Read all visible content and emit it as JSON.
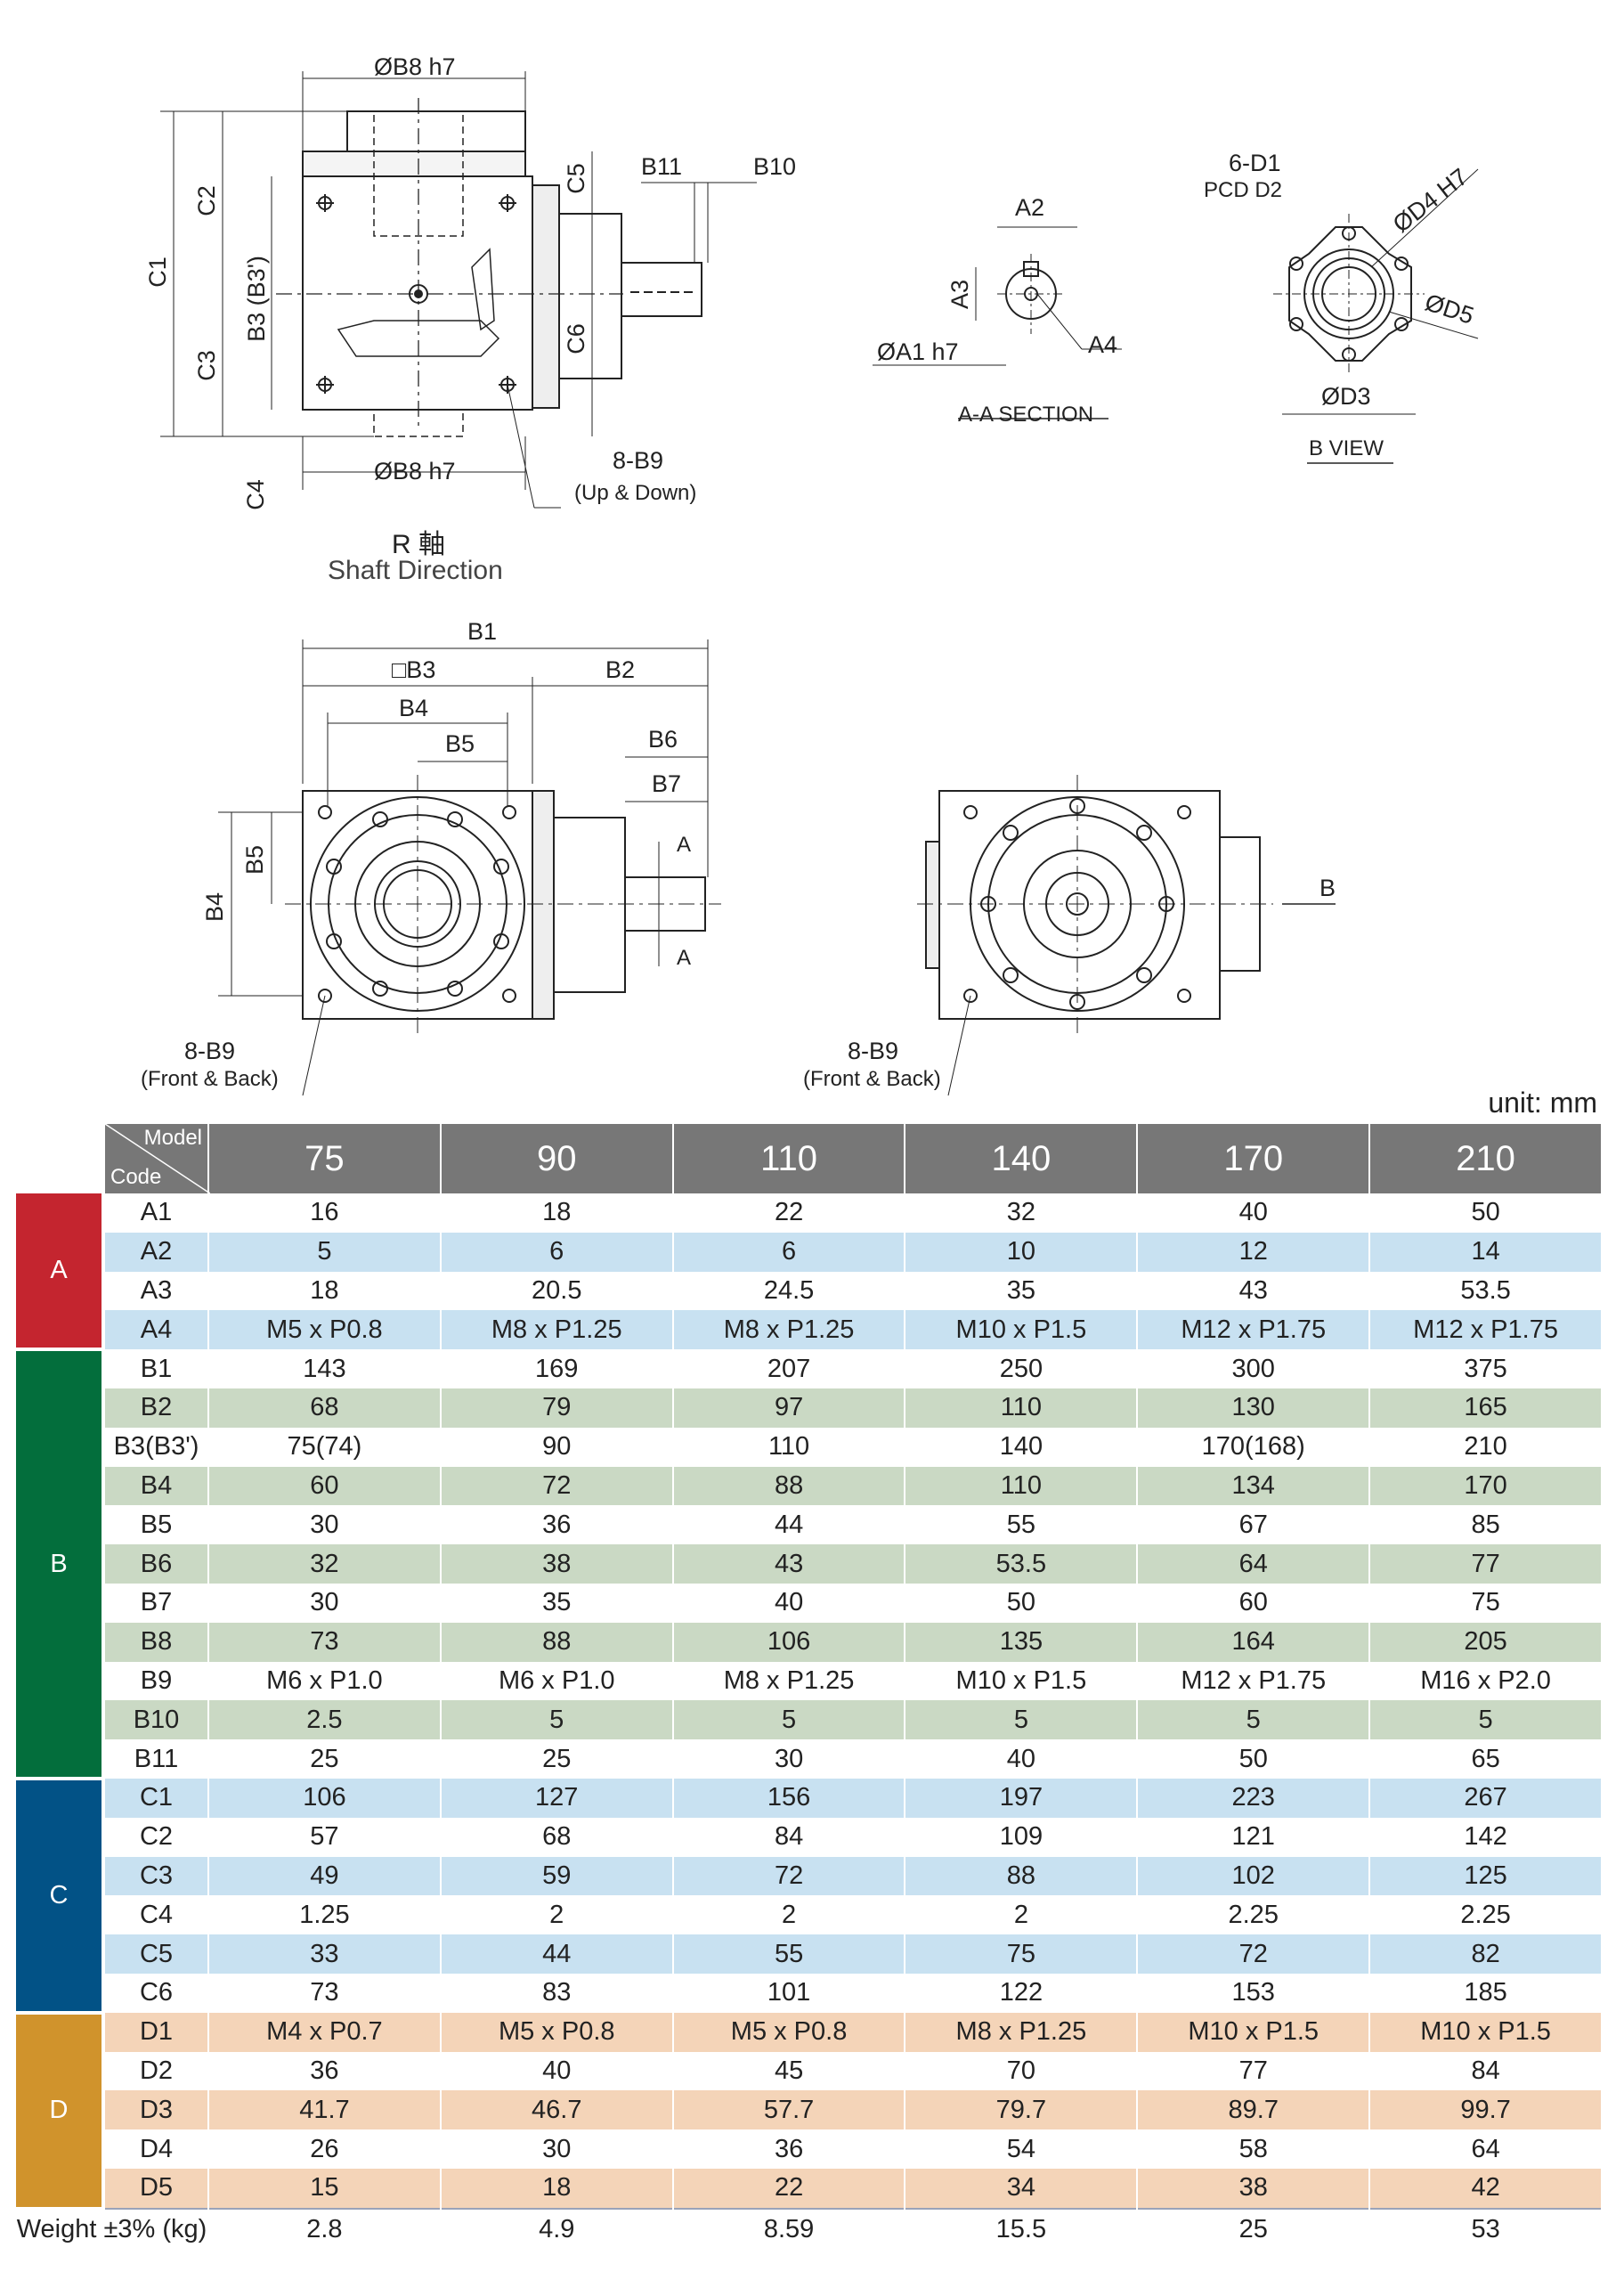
{
  "drawing": {
    "top_left_view": {
      "b8_top": "ØB8 h7",
      "b8_bottom": "ØB8 h7",
      "b11": "B11",
      "b10": "B10",
      "c1": "C1",
      "c2": "C2",
      "c3": "C3",
      "c4": "C4",
      "c5": "C5",
      "c6": "C6",
      "b3": "B3 (B3')",
      "b9_note": "8-B9",
      "b9_note2": "(Up & Down)",
      "axis_title": "R 軸",
      "axis_subtitle": "Shaft Direction"
    },
    "aa_section": {
      "a2": "A2",
      "a3": "A3",
      "a1": "ØA1 h7",
      "a4": "A4",
      "caption": "A-A SECTION"
    },
    "b_view": {
      "d1": "6-D1",
      "pcd": "PCD  D2",
      "d4": "ØD4 H7",
      "d5": "ØD5",
      "d3": "ØD3",
      "caption": "B VIEW"
    },
    "front_view": {
      "b1": "B1",
      "b3": "□B3",
      "b2": "B2",
      "b4": "B4",
      "b5": "B5",
      "b6": "B6",
      "b7": "B7",
      "b4_v": "B4",
      "b5_v": "B5",
      "a_top": "A",
      "a_bottom": "A",
      "b9_note": "8-B9",
      "b9_note2": "(Front & Back)"
    },
    "back_view": {
      "b_arrow": "B",
      "b9_note": "8-B9",
      "b9_note2": "(Front & Back)"
    }
  },
  "unit": "unit: mm",
  "table": {
    "corner_model": "Model",
    "corner_code": "Code",
    "models": [
      "75",
      "90",
      "110",
      "140",
      "170",
      "210"
    ],
    "groups": [
      {
        "name": "A",
        "color": "#c4252f",
        "row_colors": [
          "#ffffff",
          "#c8e1f1"
        ],
        "rows": [
          {
            "code": "A1",
            "values": [
              "16",
              "18",
              "22",
              "32",
              "40",
              "50"
            ]
          },
          {
            "code": "A2",
            "values": [
              "5",
              "6",
              "6",
              "10",
              "12",
              "14"
            ]
          },
          {
            "code": "A3",
            "values": [
              "18",
              "20.5",
              "24.5",
              "35",
              "43",
              "53.5"
            ]
          },
          {
            "code": "A4",
            "values": [
              "M5 x P0.8",
              "M8 x P1.25",
              "M8 x P1.25",
              "M10 x P1.5",
              "M12 x P1.75",
              "M12 x P1.75"
            ]
          }
        ]
      },
      {
        "name": "B",
        "color": "#036e3c",
        "row_colors": [
          "#ffffff",
          "#cad9c4"
        ],
        "rows": [
          {
            "code": "B1",
            "values": [
              "143",
              "169",
              "207",
              "250",
              "300",
              "375"
            ]
          },
          {
            "code": "B2",
            "values": [
              "68",
              "79",
              "97",
              "110",
              "130",
              "165"
            ]
          },
          {
            "code": "B3(B3')",
            "values": [
              "75(74)",
              "90",
              "110",
              "140",
              "170(168)",
              "210"
            ]
          },
          {
            "code": "B4",
            "values": [
              "60",
              "72",
              "88",
              "110",
              "134",
              "170"
            ]
          },
          {
            "code": "B5",
            "values": [
              "30",
              "36",
              "44",
              "55",
              "67",
              "85"
            ]
          },
          {
            "code": "B6",
            "values": [
              "32",
              "38",
              "43",
              "53.5",
              "64",
              "77"
            ]
          },
          {
            "code": "B7",
            "values": [
              "30",
              "35",
              "40",
              "50",
              "60",
              "75"
            ]
          },
          {
            "code": "B8",
            "values": [
              "73",
              "88",
              "106",
              "135",
              "164",
              "205"
            ]
          },
          {
            "code": "B9",
            "values": [
              "M6 x P1.0",
              "M6 x P1.0",
              "M8 x P1.25",
              "M10 x P1.5",
              "M12 x P1.75",
              "M16 x P2.0"
            ]
          },
          {
            "code": "B10",
            "values": [
              "2.5",
              "5",
              "5",
              "5",
              "5",
              "5"
            ]
          },
          {
            "code": "B11",
            "values": [
              "25",
              "25",
              "30",
              "40",
              "50",
              "65"
            ]
          }
        ]
      },
      {
        "name": "C",
        "color": "#025286",
        "row_colors": [
          "#c8e1f1",
          "#ffffff"
        ],
        "rows": [
          {
            "code": "C1",
            "values": [
              "106",
              "127",
              "156",
              "197",
              "223",
              "267"
            ]
          },
          {
            "code": "C2",
            "values": [
              "57",
              "68",
              "84",
              "109",
              "121",
              "142"
            ]
          },
          {
            "code": "C3",
            "values": [
              "49",
              "59",
              "72",
              "88",
              "102",
              "125"
            ]
          },
          {
            "code": "C4",
            "values": [
              "1.25",
              "2",
              "2",
              "2",
              "2.25",
              "2.25"
            ]
          },
          {
            "code": "C5",
            "values": [
              "33",
              "44",
              "55",
              "75",
              "72",
              "82"
            ]
          },
          {
            "code": "C6",
            "values": [
              "73",
              "83",
              "101",
              "122",
              "153",
              "185"
            ]
          }
        ]
      },
      {
        "name": "D",
        "color": "#d0932c",
        "row_colors": [
          "#f4d4b8",
          "#ffffff"
        ],
        "rows": [
          {
            "code": "D1",
            "values": [
              "M4 x P0.7",
              "M5 x P0.8",
              "M5 x P0.8",
              "M8 x P1.25",
              "M10 x P1.5",
              "M10 x P1.5"
            ]
          },
          {
            "code": "D2",
            "values": [
              "36",
              "40",
              "45",
              "70",
              "77",
              "84"
            ]
          },
          {
            "code": "D3",
            "values": [
              "41.7",
              "46.7",
              "57.7",
              "79.7",
              "89.7",
              "99.7"
            ]
          },
          {
            "code": "D4",
            "values": [
              "26",
              "30",
              "36",
              "54",
              "58",
              "64"
            ]
          },
          {
            "code": "D5",
            "values": [
              "15",
              "18",
              "22",
              "34",
              "38",
              "42"
            ]
          }
        ]
      }
    ],
    "weight": {
      "label": "Weight ±3% (kg)",
      "values": [
        "2.8",
        "4.9",
        "8.59",
        "15.5",
        "25",
        "53"
      ]
    }
  }
}
